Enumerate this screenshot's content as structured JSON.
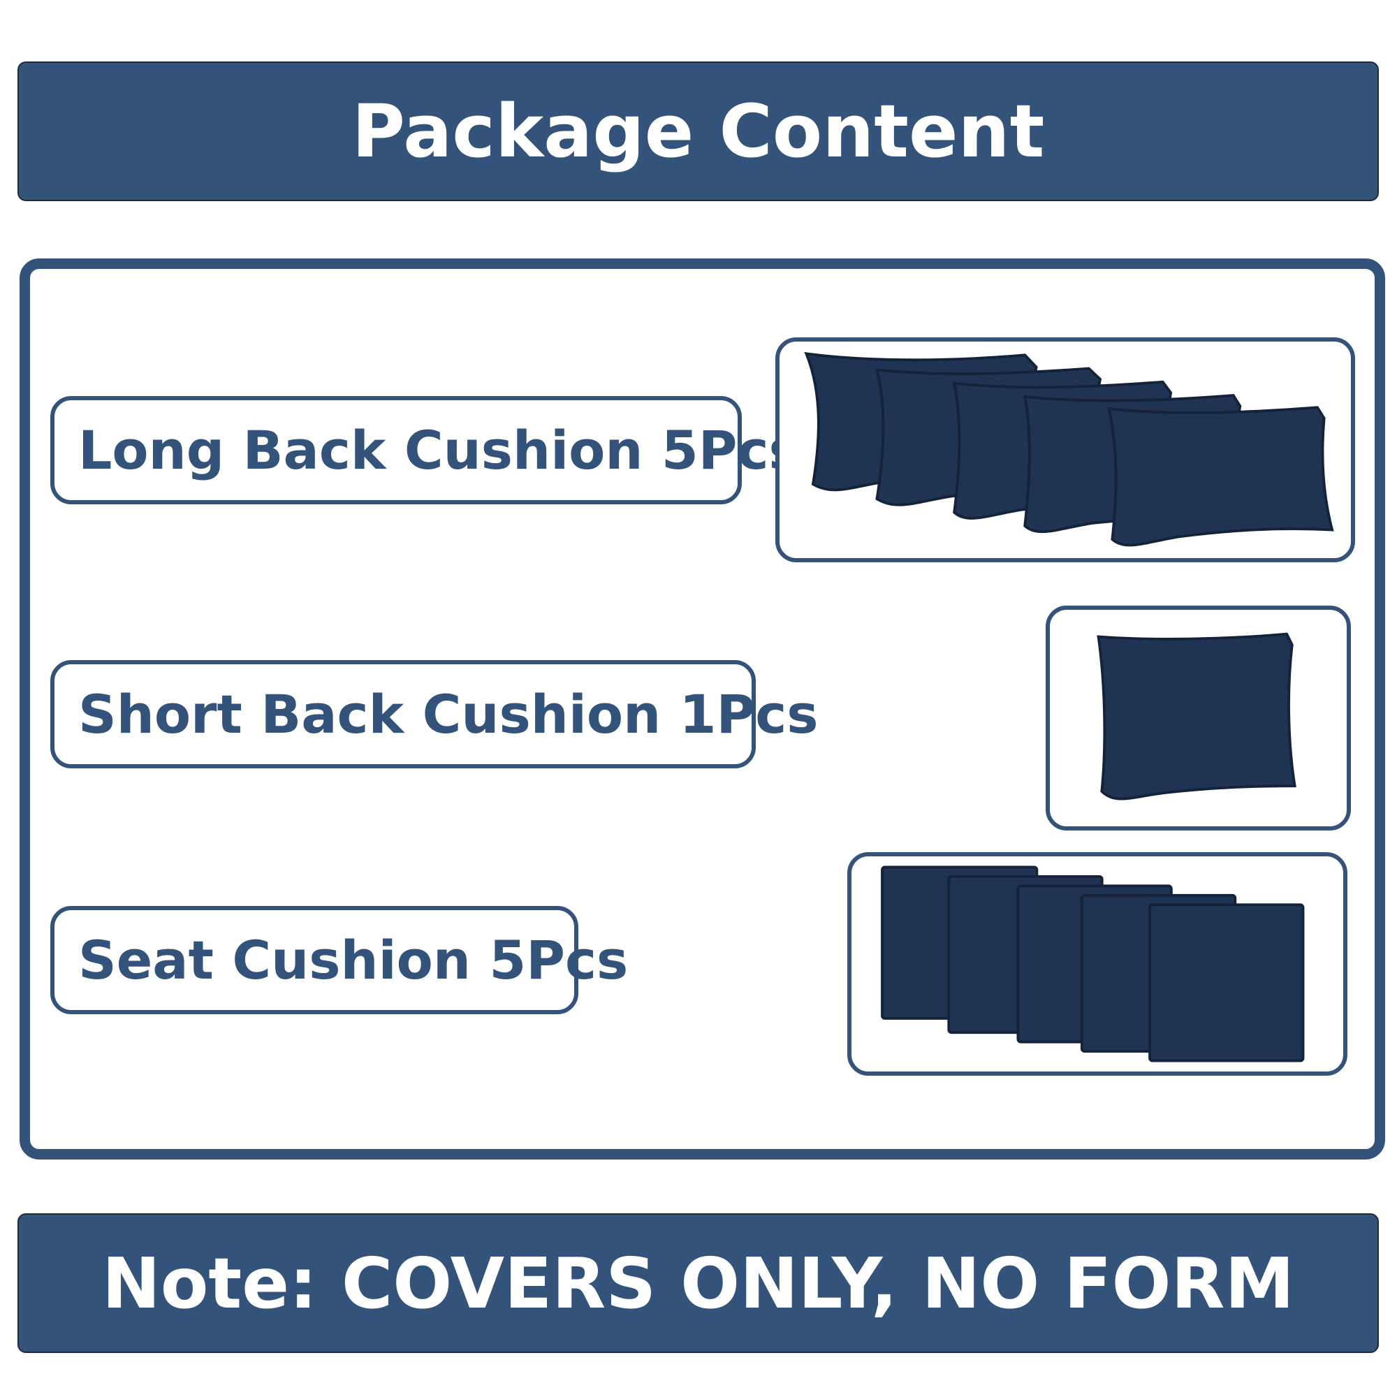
{
  "header": {
    "title": "Package Content"
  },
  "items": [
    {
      "label": "Long Back Cushion 5Pcs",
      "image": "long-back-cushions-image",
      "count": 5
    },
    {
      "label": "Short Back Cushion 1Pcs",
      "image": "short-back-cushion-image",
      "count": 1
    },
    {
      "label": "Seat Cushion 5Pcs",
      "image": "seat-cushions-image",
      "count": 5
    }
  ],
  "note": {
    "text": "Note: COVERS ONLY, NO FORM"
  },
  "colors": {
    "banner": "#33537b",
    "label_text": "#33537b",
    "cushion": "#1f3353",
    "cushion_edge": "#15233a"
  }
}
